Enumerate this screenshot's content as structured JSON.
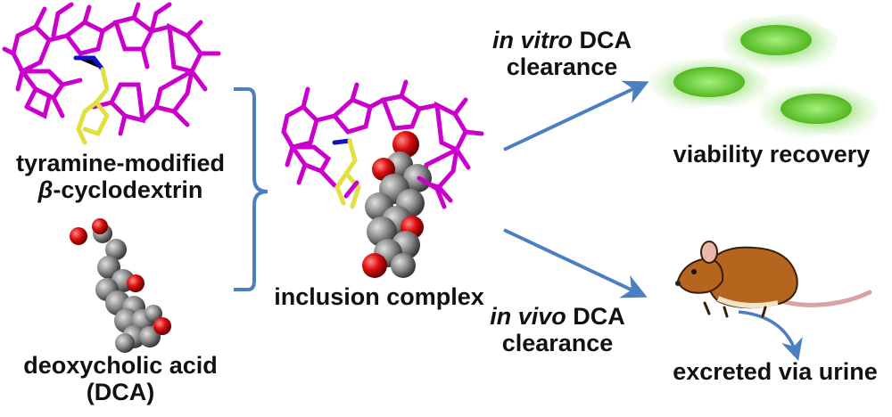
{
  "labels": {
    "tyramine_line1": "tyramine-modified",
    "tyramine_greek": "β",
    "tyramine_line2": "-cyclodextrin",
    "dca_line1": "deoxycholic acid",
    "dca_line2": "(DCA)",
    "complex": "inclusion complex",
    "vitro_italic": "in vitro",
    "vitro_rest": " DCA",
    "vitro_line2": "clearance",
    "vivo_italic": "in vivo",
    "vivo_rest": " DCA",
    "vivo_line2": "clearance",
    "viability": "viability recovery",
    "excreted": "excreted via urine"
  },
  "colors": {
    "cyclodextrin": "#cc00cc",
    "nitrogen": "#1010c8",
    "tyramine_ring": "#e0e040",
    "carbon_sphere": "#808080",
    "oxygen_sphere": "#dd1010",
    "arrow": "#4a7fc1",
    "cell": "#79d24a",
    "mouse_fur": "#b5651d"
  },
  "icons": [
    "cyclodextrin-molecule",
    "dca-molecule",
    "inclusion-complex-molecule",
    "cell-icon",
    "mouse-icon",
    "arrow-icon",
    "bracket-icon"
  ]
}
